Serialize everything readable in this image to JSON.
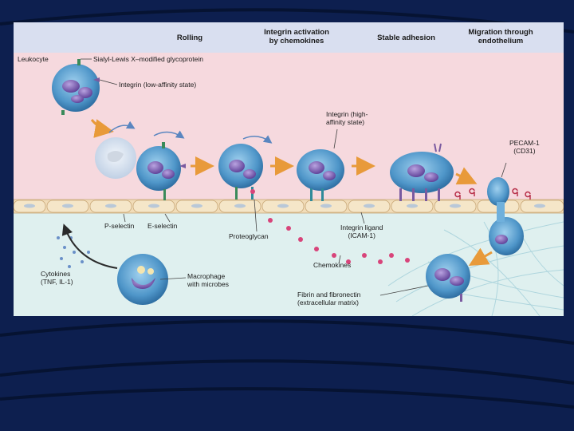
{
  "stages": {
    "rolling": "Rolling",
    "integrin_activation": [
      "Integrin activation",
      "by chemokines"
    ],
    "stable_adhesion": "Stable adhesion",
    "migration": [
      "Migration through",
      "endothelium"
    ]
  },
  "labels": {
    "leukocyte": "Leukocyte",
    "sialyl_lewis": "Sialyl-Lewis X–modified glycoprotein",
    "integrin_low": "Integrin (low-affinity state)",
    "integrin_high": [
      "Integrin (high-",
      "affinity state)"
    ],
    "pecam": [
      "PECAM-1",
      "(CD31)"
    ],
    "p_selectin": "P-selectin",
    "e_selectin": "E-selectin",
    "proteoglycan": "Proteoglycan",
    "integrin_ligand": [
      "Integrin ligand",
      "(ICAM-1)"
    ],
    "chemokines": "Chemokines",
    "cytokines": [
      "Cytokines",
      "(TNF, IL-1)"
    ],
    "macrophage": [
      "Macrophage",
      "with microbes"
    ],
    "fibrin": [
      "Fibrin and fibronectin",
      "(extracellular matrix)"
    ]
  },
  "colors": {
    "slide_background": "#0d1f4f",
    "header_band": "#d9dff0",
    "vessel_lumen": "#f6d9de",
    "tissue": "#dff0ef",
    "endothelium": "#f1dcb8",
    "cell_body": "#5aa0d0",
    "nucleus": "#6a4aa0",
    "arrow": "#e89a3a"
  }
}
